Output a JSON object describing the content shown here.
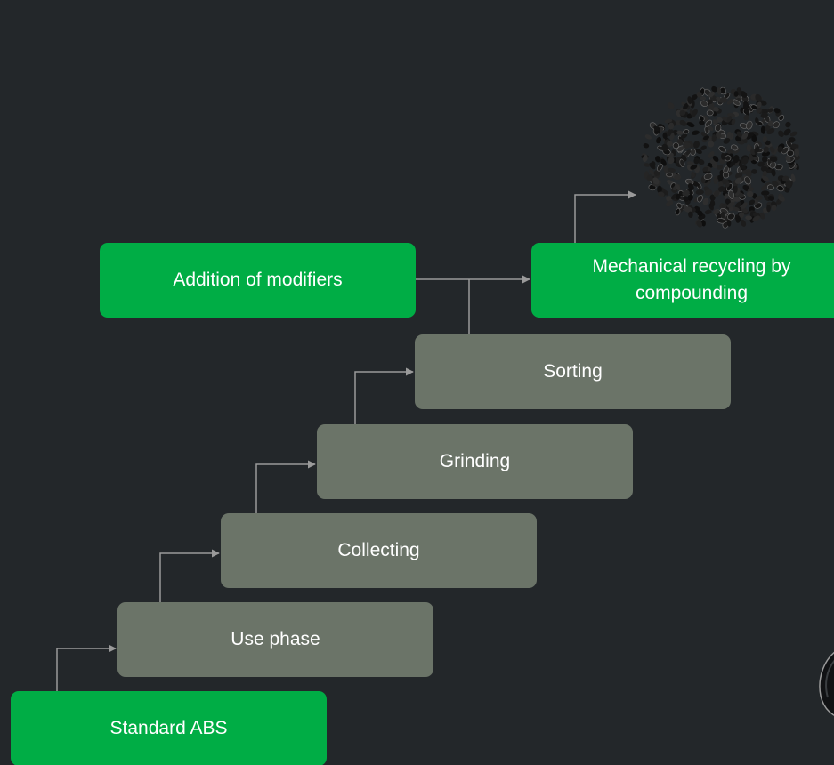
{
  "diagram": {
    "steps": {
      "standard_abs": "Standard ABS",
      "use_phase": "Use phase",
      "collecting": "Collecting",
      "grinding": "Grinding",
      "sorting": "Sorting",
      "addition_of_modifiers": "Addition of modifiers",
      "mechanical_recycling": "Mechanical recycling by compounding"
    },
    "images": {
      "pellets": "black-plastic-pellets-image",
      "corner": "partial-dark-object-image"
    },
    "colors": {
      "background": "#23272a",
      "green_box": "#00ad45",
      "grey_box": "#6b7468",
      "connector": "#9a9a9a"
    }
  }
}
